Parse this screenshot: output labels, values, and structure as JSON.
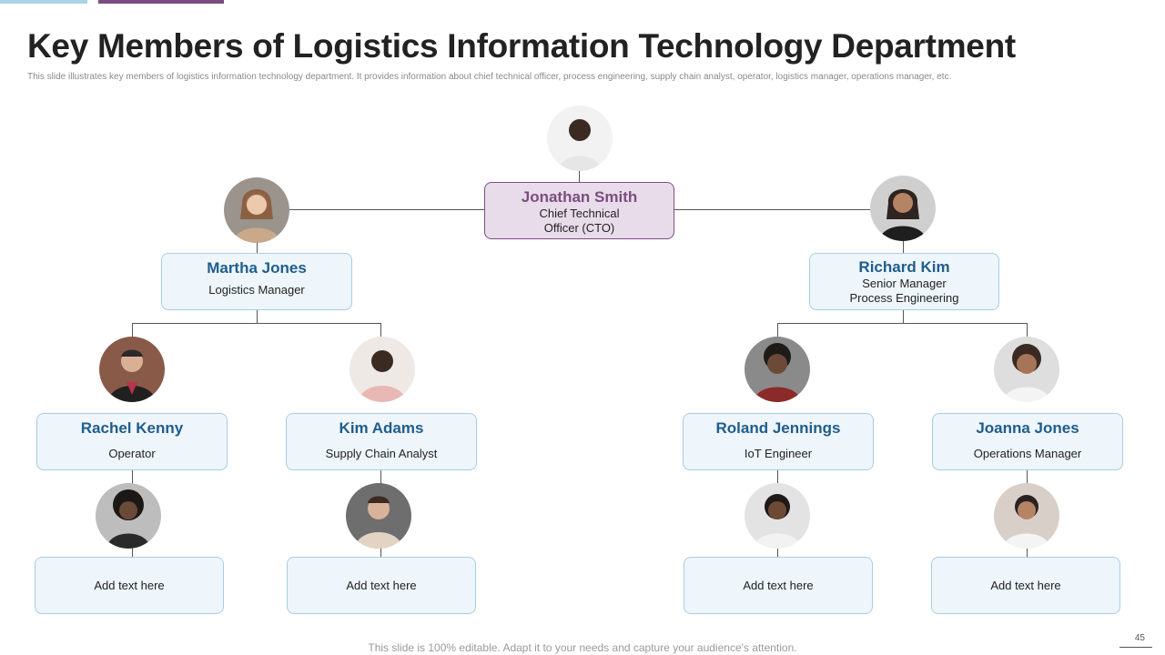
{
  "title": "Key Members of Logistics Information Technology Department",
  "subtitle": "This slide illustrates key members of logistics information technology department.  It provides information about chief technical officer, process engineering, supply chain analyst, operator, logistics manager, operations manager,  etc.",
  "cto": {
    "name": "Jonathan Smith",
    "role_line1": "Chief Technical",
    "role_line2": "Officer (CTO)"
  },
  "managers": [
    {
      "name": "Martha Jones",
      "role_line1": "Logistics Manager",
      "role_line2": ""
    },
    {
      "name": "Richard Kim",
      "role_line1": "Senior Manager",
      "role_line2": "Process Engineering"
    }
  ],
  "staff": [
    {
      "name": "Rachel Kenny",
      "role": "Operator",
      "note": "Add text here"
    },
    {
      "name": "Kim Adams",
      "role": "Supply Chain Analyst",
      "note": "Add text here"
    },
    {
      "name": "Roland Jennings",
      "role": "IoT Engineer",
      "note": "Add text here"
    },
    {
      "name": "Joanna Jones",
      "role": "Operations Manager",
      "note": "Add text here"
    }
  ],
  "footer": "This slide is 100% editable. Adapt it to your needs and capture your audience's attention.",
  "page_number": "45",
  "colors": {
    "accent_purple": "#7b4d7f",
    "accent_blue": "#1f5d8c",
    "box_fill": "#eef5fb",
    "cto_fill": "#e8dcea"
  }
}
